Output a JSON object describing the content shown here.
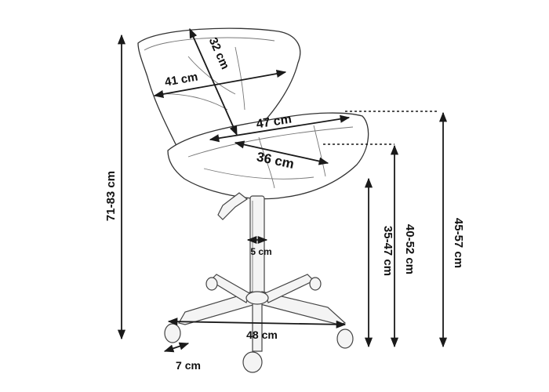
{
  "colors": {
    "line": "#1a1a1a",
    "outline": "#333333",
    "background": "#ffffff"
  },
  "dimensions": {
    "overall_height": "71-83 cm",
    "backrest_height": "32 cm",
    "backrest_width": "41 cm",
    "seat_width": "47 cm",
    "seat_depth": "36 cm",
    "gas_lift_diameter": "5 cm",
    "base_diameter": "48 cm",
    "caster_size": "7 cm",
    "height_1": "35-47 cm",
    "height_2": "40-52 cm",
    "height_3": "45-57 cm"
  }
}
